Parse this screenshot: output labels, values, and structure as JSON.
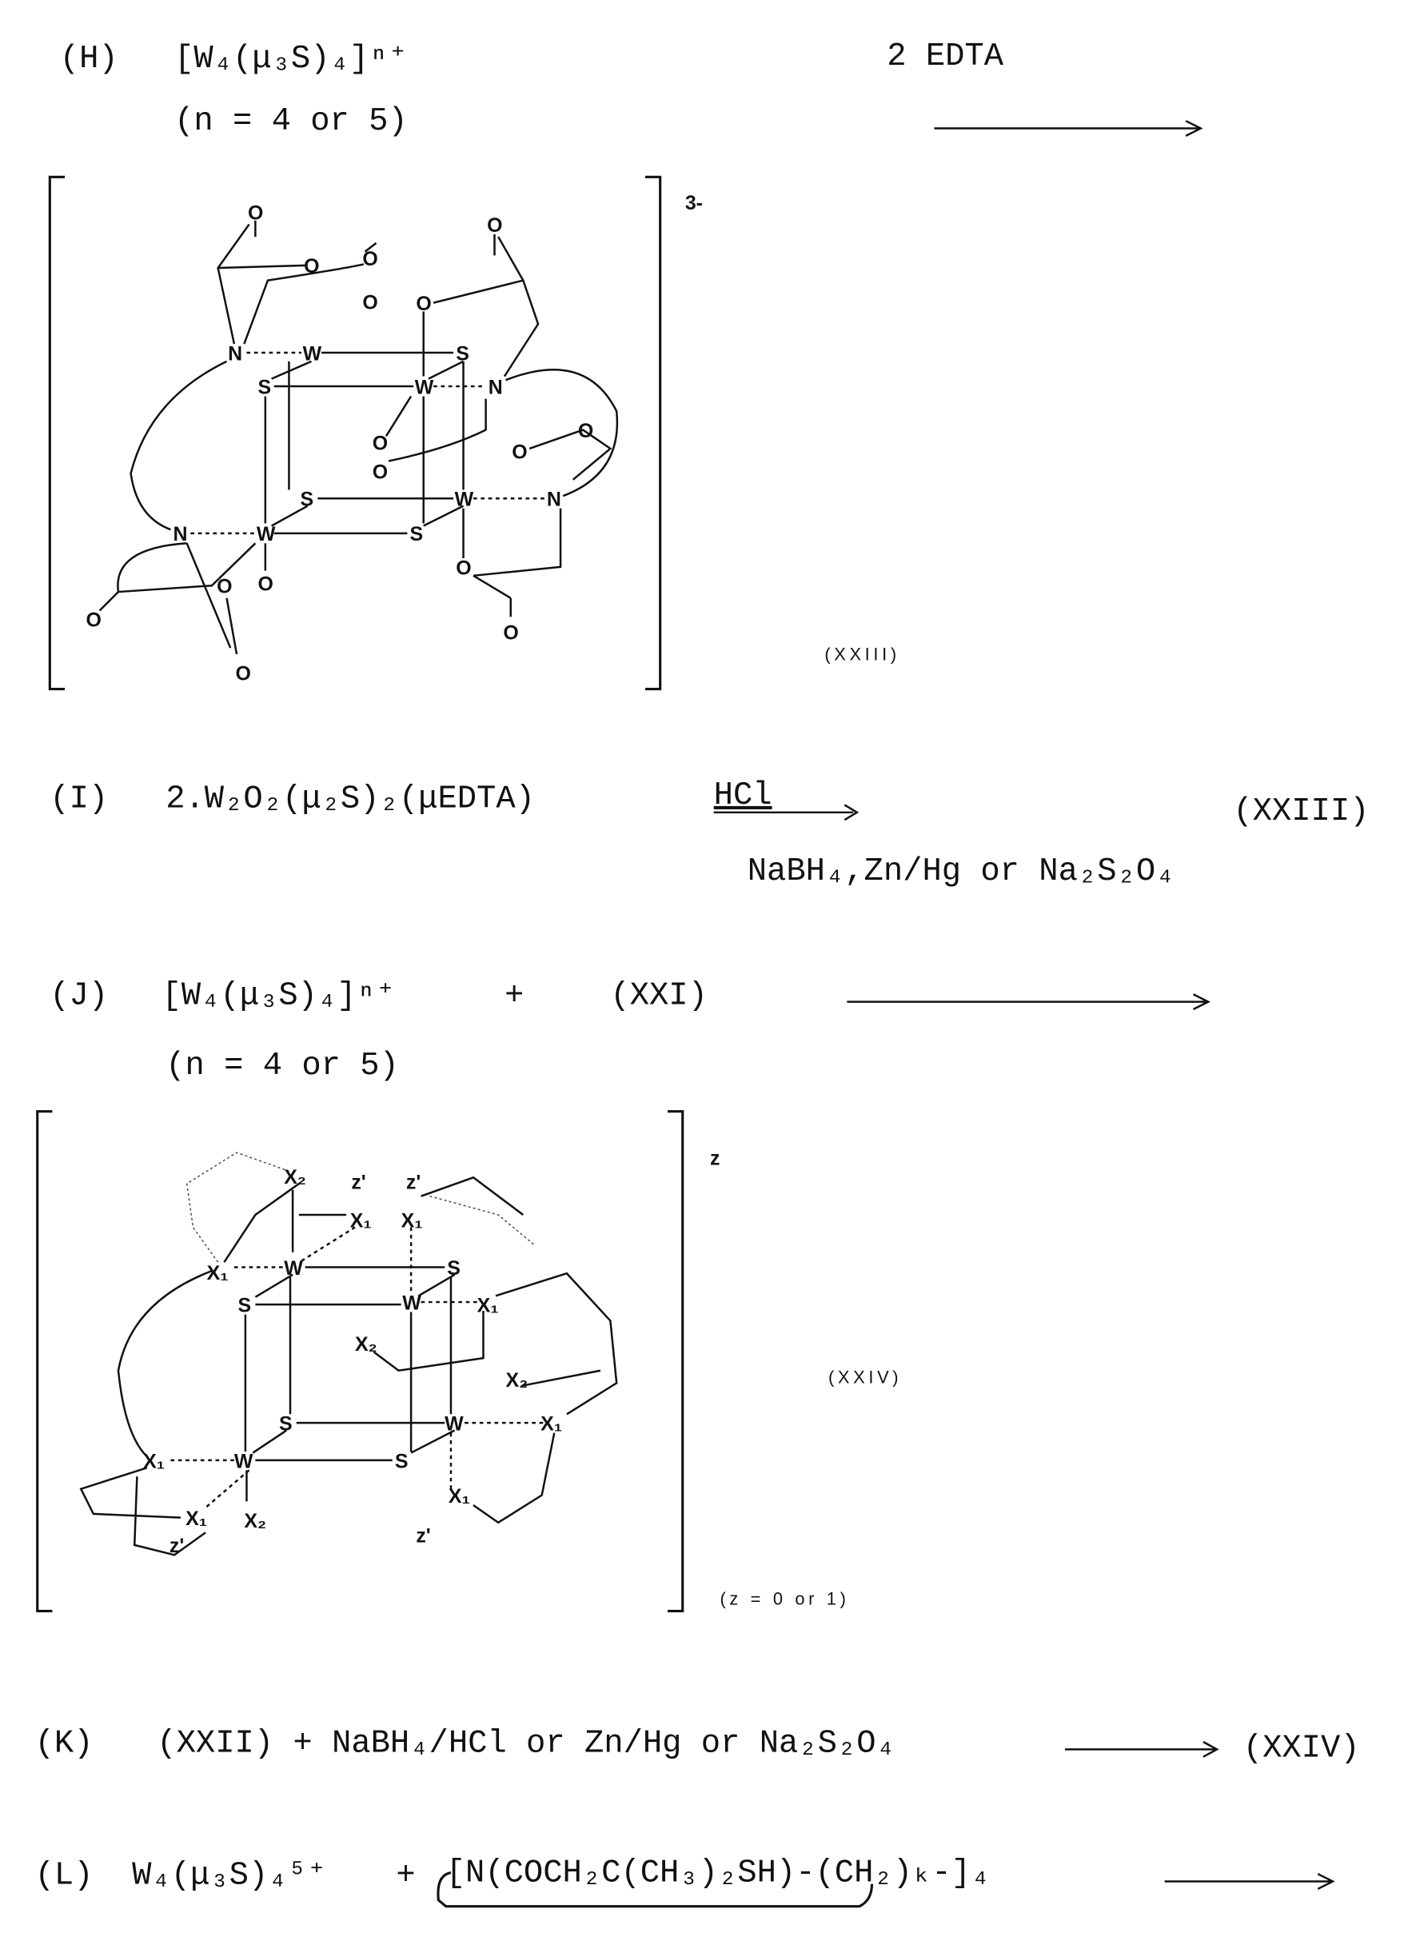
{
  "reactions": {
    "H": {
      "label": "(H)",
      "reactant": "[W₄(μ₃S)₄]ⁿ⁺",
      "condition": "(n = 4 or 5)",
      "reagent": "2 EDTA"
    },
    "product_XXIII": {
      "charge": "3-",
      "label": "(XXIII)",
      "atoms": [
        "O",
        "O",
        "O",
        "O",
        "O",
        "O",
        "N",
        "W",
        "S",
        "S",
        "W",
        "N",
        "O",
        "O",
        "O",
        "O",
        "S",
        "W",
        "N",
        "N",
        "W",
        "S",
        "O",
        "O",
        "O",
        "O",
        "O",
        "O"
      ]
    },
    "I": {
      "label": "(I)",
      "reactant": "2.W₂O₂(μ₂S)₂(μEDTA)",
      "reagent_top": "HCl",
      "product": "(XXIII)",
      "reagent_bottom": "NaBH₄,Zn/Hg or Na₂S₂O₄"
    },
    "J": {
      "label": "(J)",
      "reactant": "[W₄(μ₃S)₄]ⁿ⁺",
      "plus": "+",
      "reactant2": "(XXI)",
      "condition": "(n = 4 or 5)"
    },
    "product_XXIV": {
      "charge": "z",
      "label": "(XXIV)",
      "note": "(z = 0 or 1)",
      "atoms": [
        "X₂",
        "z'",
        "z'",
        "X₁",
        "X₁",
        "X₁",
        "W",
        "S",
        "S",
        "W",
        "X₁",
        "X₂",
        "X₂",
        "S",
        "W",
        "X₁",
        "X₁",
        "W",
        "S",
        "X₁",
        "X₂",
        "X₁",
        "z'",
        "z'"
      ]
    },
    "K": {
      "label": "(K)",
      "text": "(XXII) + NaBH₄/HCl or Zn/Hg or Na₂S₂O₄",
      "product": "(XXIV)"
    },
    "L": {
      "label": "(L)",
      "reactant": "W₄(μ₃S)₄⁵⁺",
      "plus": "+",
      "reactant2": "[N(COCH₂C(CH₃)₂SH)-(CH₂)ₖ-]₄"
    }
  }
}
